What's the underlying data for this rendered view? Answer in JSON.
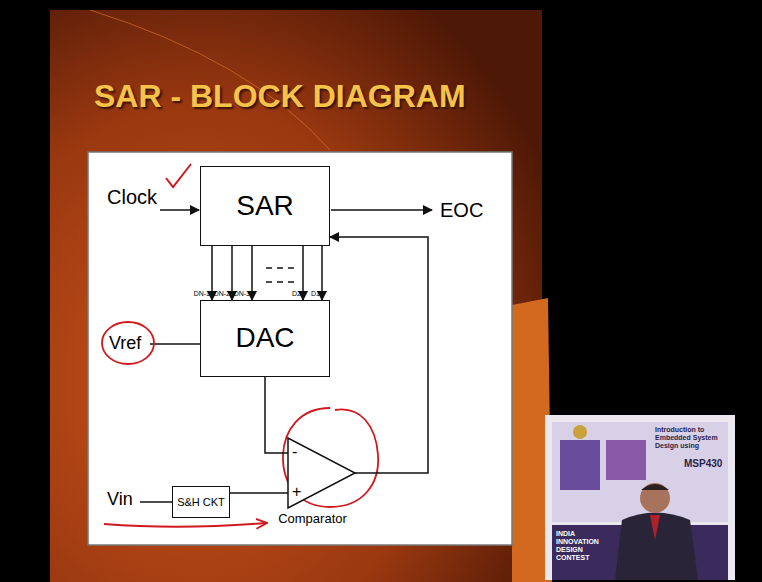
{
  "diagram": {
    "title": "SAR - BLOCK DIAGRAM",
    "nodes": [
      {
        "text": [
          "SAR"
        ]
      },
      {
        "text": [
          "DAC"
        ]
      },
      {
        "text": [
          "S&H CKT"
        ]
      },
      {
        "text": [
          "-",
          "+",
          "Comparator"
        ]
      }
    ],
    "edges": [
      {
        "from": 0,
        "to": 1,
        "label": "DN-1",
        "arrow": "to"
      },
      {
        "from": 0,
        "to": 1,
        "label": "DN-2",
        "arrow": "to"
      },
      {
        "from": 0,
        "to": 1,
        "label": "DN-3",
        "arrow": "to"
      },
      {
        "from": 0,
        "to": 1,
        "label": "D2",
        "arrow": "to"
      },
      {
        "from": 0,
        "to": 1,
        "label": "D1",
        "arrow": "to"
      },
      {
        "from": 1,
        "to": 3,
        "arrow": "none"
      },
      {
        "from": 2,
        "to": 3,
        "arrow": "none"
      },
      {
        "from": 3,
        "to": 0,
        "arrow": "to"
      }
    ],
    "labels": [
      "Clock",
      "EOC",
      "Vref",
      "Vin",
      "Introduction to Embedded System Design using",
      "MSP430",
      "INDIA INNOVATION DESIGN CONTEST"
    ]
  }
}
